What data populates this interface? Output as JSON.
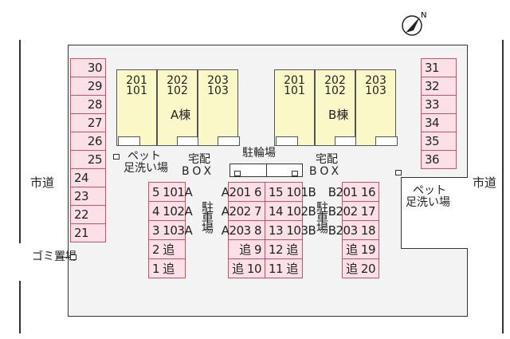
{
  "roads": {
    "left": "市道",
    "right": "市道"
  },
  "garbage": "ゴミ置場",
  "pet_wash_left": [
    "ペット",
    "足洗い場"
  ],
  "pet_wash_right": [
    "ペット",
    "足洗い場"
  ],
  "delivery_box_left": [
    "宅配",
    "BOX"
  ],
  "delivery_box_right": [
    "宅配",
    "BOX"
  ],
  "bicycle_parking": "駐輪場",
  "parking_label": "駐車場",
  "buildings": [
    {
      "name": "A棟",
      "units": [
        [
          "201",
          "101"
        ],
        [
          "202",
          "102"
        ],
        [
          "203",
          "103"
        ]
      ]
    },
    {
      "name": "B棟",
      "units": [
        [
          "201",
          "101"
        ],
        [
          "202",
          "102"
        ],
        [
          "203",
          "103"
        ]
      ]
    }
  ],
  "left_spaces": [
    "30",
    "29",
    "28",
    "27",
    "26",
    "25",
    "24",
    "23",
    "22",
    "21"
  ],
  "right_spaces": [
    "31",
    "32",
    "33",
    "34",
    "35",
    "36"
  ],
  "col_a": [
    "5 101A",
    "4 102A",
    "3 103A",
    "2 追",
    "1 追"
  ],
  "col_mid_left": [
    "A201 6",
    "A202 7",
    "A203 8",
    "追 9",
    "追 10"
  ],
  "col_mid_right": [
    "15 101B",
    "14 102B",
    "13 103B",
    "12 追",
    "11 追"
  ],
  "col_b": [
    "B201 16",
    "B202 17",
    "B203 18",
    "追 19",
    "追 20"
  ],
  "compass": "N"
}
